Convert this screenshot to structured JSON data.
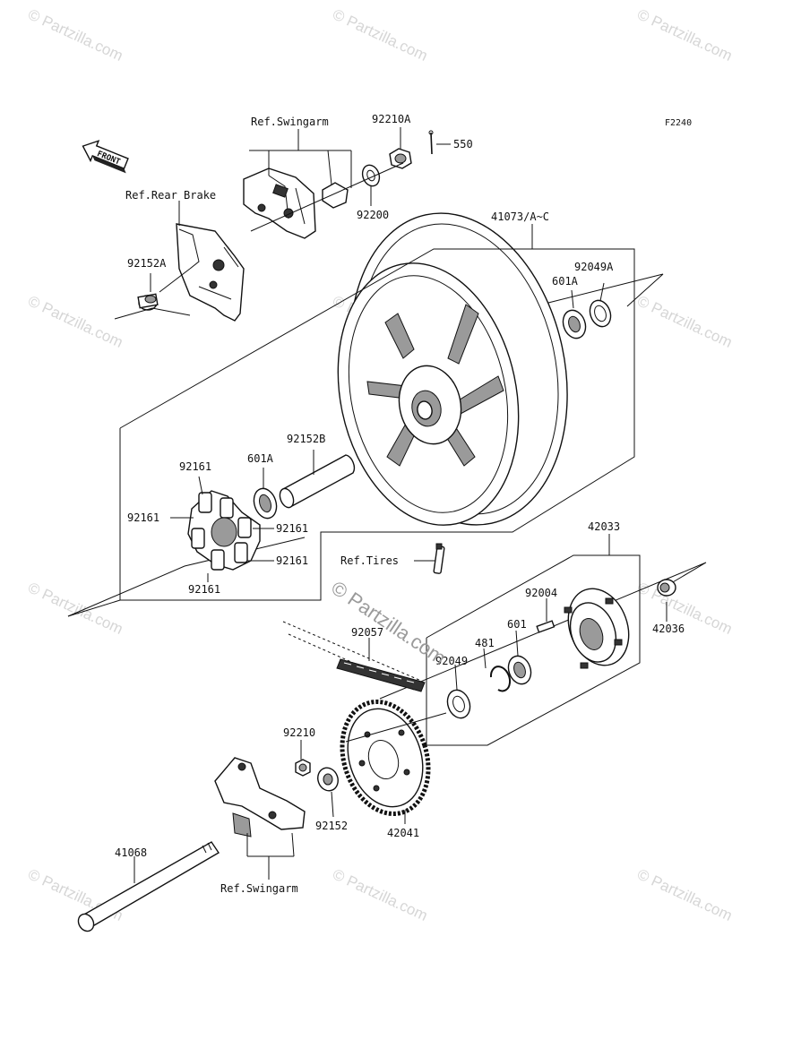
{
  "diagram_code": "F2240",
  "front_label": "FRONT",
  "labels": {
    "ref_swingarm_top": "Ref.Swingarm",
    "p92210A": "92210A",
    "p550": "550",
    "ref_rear_brake": "Ref.Rear Brake",
    "p92200": "92200",
    "p41073": "41073/A~C",
    "p92049A": "92049A",
    "p601A_top": "601A",
    "p92152A": "92152A",
    "p92152B": "92152B",
    "p601A_mid": "601A",
    "p92161_a": "92161",
    "p92161_b": "92161",
    "p92161_c": "92161",
    "p92161_d": "92161",
    "p92161_e": "92161",
    "ref_tires": "Ref.Tires",
    "p42033": "42033",
    "p92004": "92004",
    "p42036": "42036",
    "p601": "601",
    "p481": "481",
    "p92049": "92049",
    "p92057": "92057",
    "p92210": "92210",
    "p92152": "92152",
    "p42041": "42041",
    "p41068": "41068",
    "ref_swingarm_bottom": "Ref.Swingarm"
  },
  "watermarks": {
    "small": "© Partzilla.com",
    "center": "© Partzilla.com"
  }
}
